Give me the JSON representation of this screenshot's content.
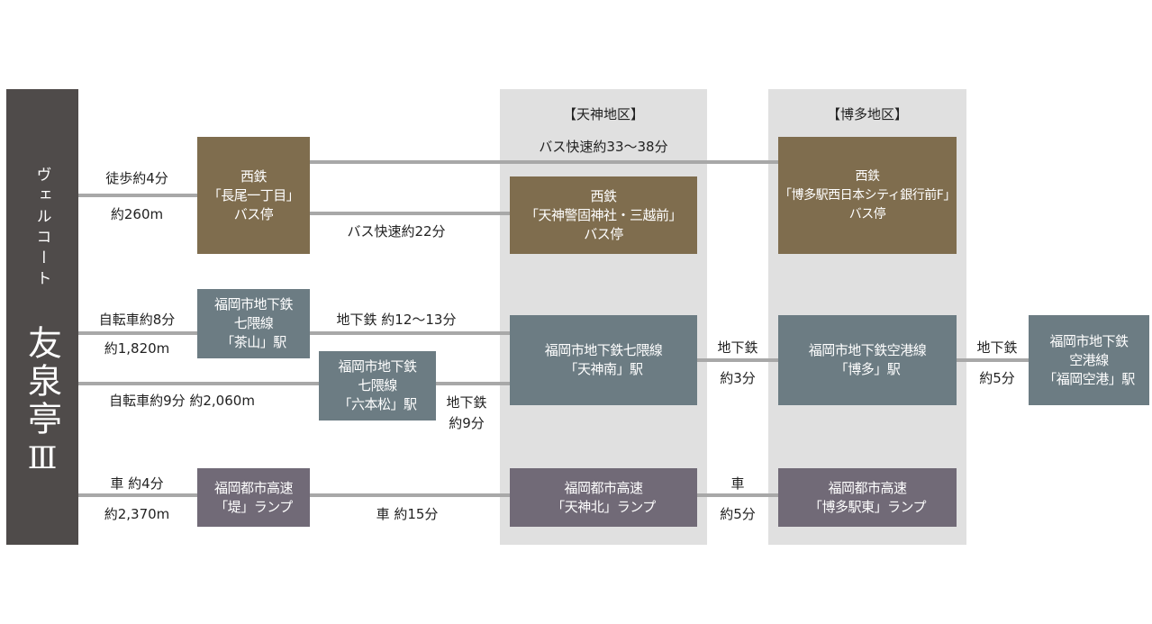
{
  "property": {
    "kana": "ヴェルコート",
    "name": "友泉亭",
    "number": "Ⅲ"
  },
  "zones": {
    "tenjin": "【天神地区】",
    "hakata": "【博多地区】"
  },
  "boxes": {
    "nagao": [
      "西鉄",
      "「長尾一丁目」",
      "バス停"
    ],
    "tenjin_bus": [
      "西鉄",
      "「天神警固神社・三越前」",
      "バス停"
    ],
    "hakata_bus": [
      "西鉄",
      "「博多駅西日本シティ銀行前F」",
      "バス停"
    ],
    "chayama": [
      "福岡市地下鉄",
      "七隈線",
      "「茶山」駅"
    ],
    "ropponmatsu": [
      "福岡市地下鉄",
      "七隈線",
      "「六本松」駅"
    ],
    "tenjinminami": [
      "福岡市地下鉄七隈線",
      "「天神南」駅"
    ],
    "hakata_st": [
      "福岡市地下鉄空港線",
      "「博多」駅"
    ],
    "airport": [
      "福岡市地下鉄",
      "空港線",
      "「福岡空港」駅"
    ],
    "tsutsumi": [
      "福岡都市高速",
      "「堤」ランプ"
    ],
    "tenjinkita": [
      "福岡都市高速",
      "「天神北」ランプ"
    ],
    "hakataeast": [
      "福岡都市高速",
      "「博多駅東」ランプ"
    ]
  },
  "labels": {
    "walk_time": "徒歩約4分",
    "walk_dist": "約260m",
    "bus_hakata": "バス快速約33〜38分",
    "bus_tenjin": "バス快速約22分",
    "bike1_time": "自転車約8分",
    "bike1_dist": "約1,820m",
    "sub_chayama": "地下鉄 約12〜13分",
    "bike2": "自転車約9分 約2,060m",
    "sub_ropp_1": "地下鉄",
    "sub_ropp_2": "約9分",
    "sub_th_1": "地下鉄",
    "sub_th_2": "約3分",
    "sub_ha_1": "地下鉄",
    "sub_ha_2": "約5分",
    "car1_time": "車 約4分",
    "car1_dist": "約2,370m",
    "car_tenjin": "車 約15分",
    "car_th_1": "車",
    "car_th_2": "約5分"
  }
}
